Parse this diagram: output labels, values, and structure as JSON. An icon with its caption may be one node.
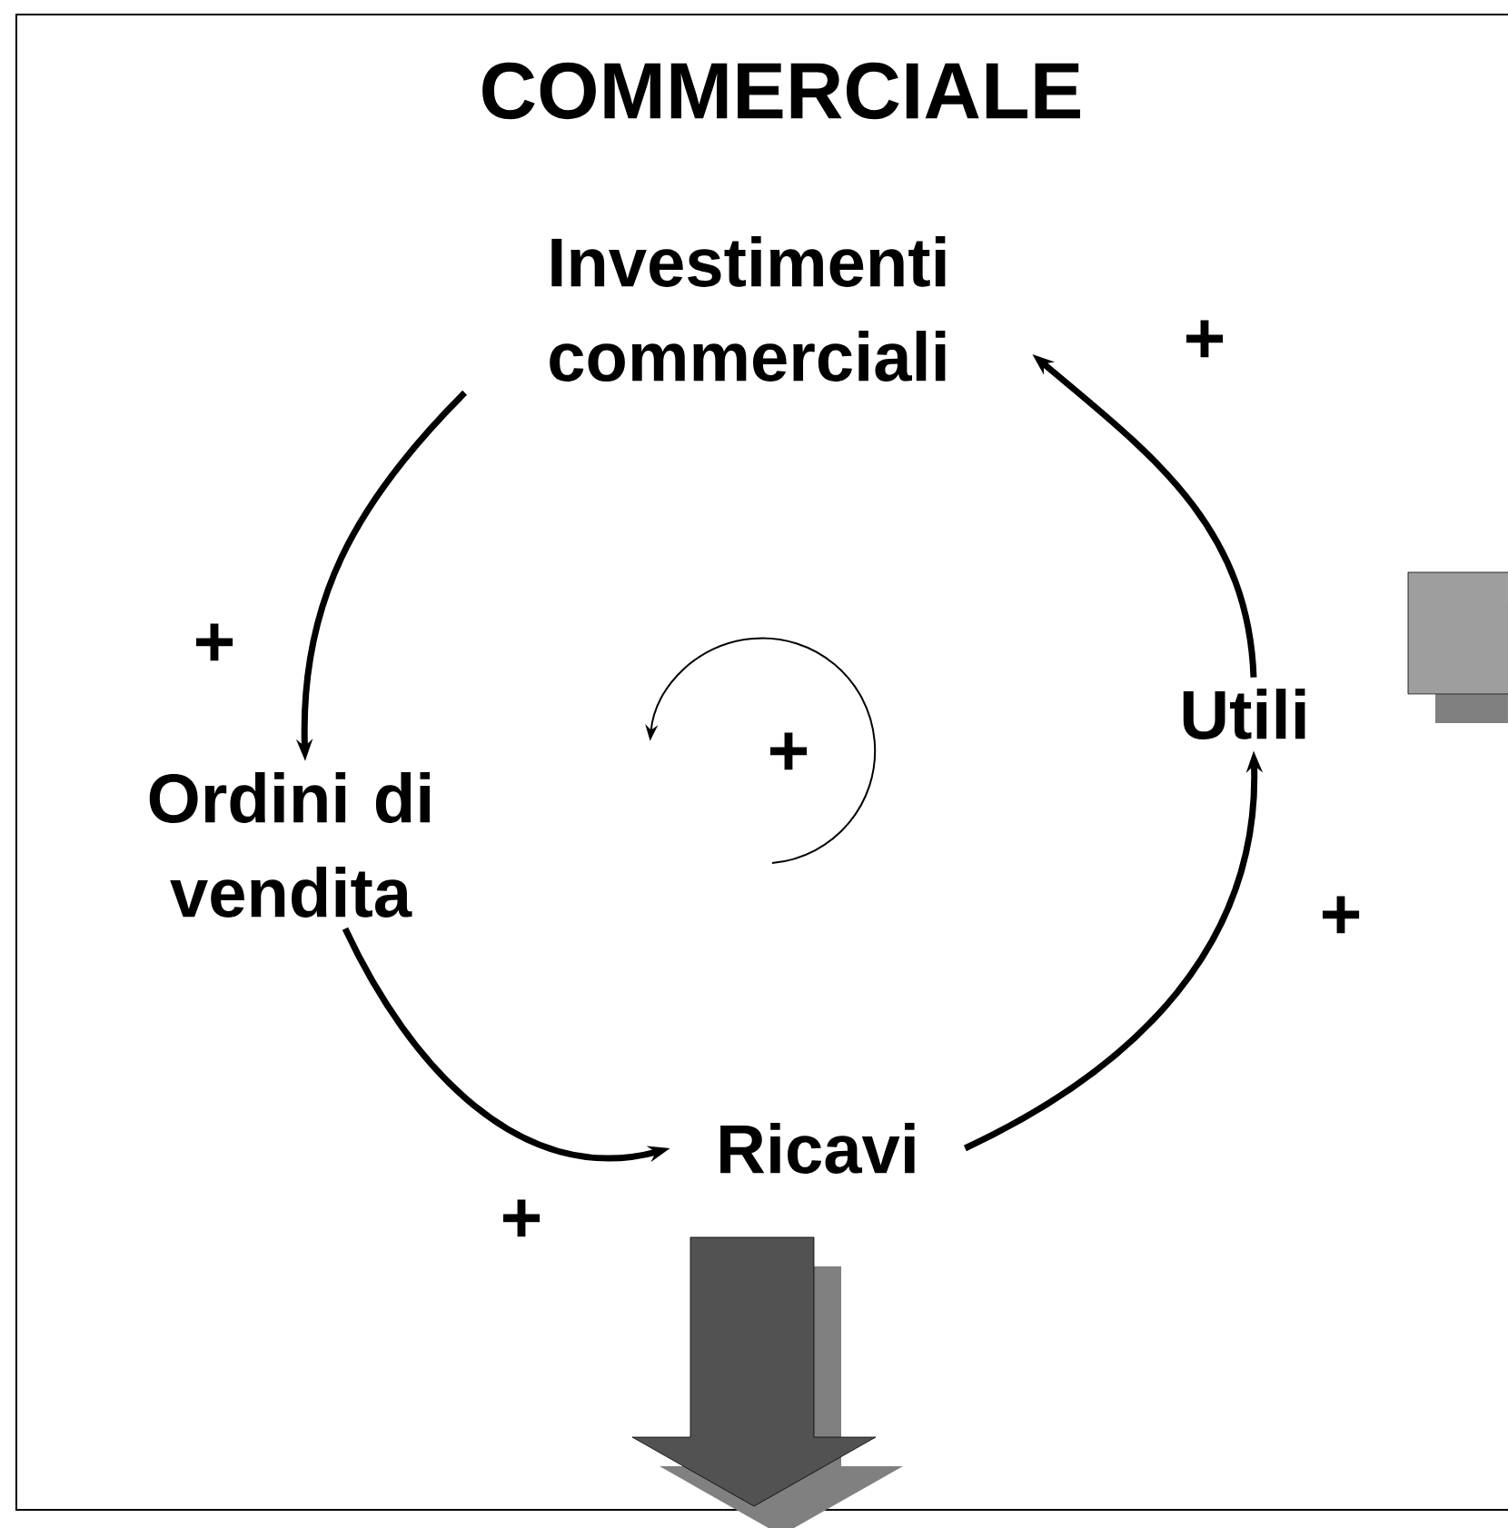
{
  "diagram": {
    "title": "COMMERCIALE",
    "nodes": [
      {
        "text": [
          "Investimenti commerciali"
        ]
      },
      {
        "text": [
          "Ordini di vendita"
        ]
      },
      {
        "text": [
          "Ricavi"
        ]
      },
      {
        "text": [
          "Utili"
        ]
      }
    ],
    "edges": [
      {
        "from": 0,
        "to": 1,
        "arrow": "to",
        "label": "+"
      },
      {
        "from": 1,
        "to": 2,
        "arrow": "to",
        "label": "+"
      },
      {
        "from": 2,
        "to": 3,
        "arrow": "to",
        "label": "+"
      },
      {
        "from": 3,
        "to": 0,
        "arrow": "to",
        "label": "+"
      }
    ],
    "labels": [
      "+"
    ]
  }
}
